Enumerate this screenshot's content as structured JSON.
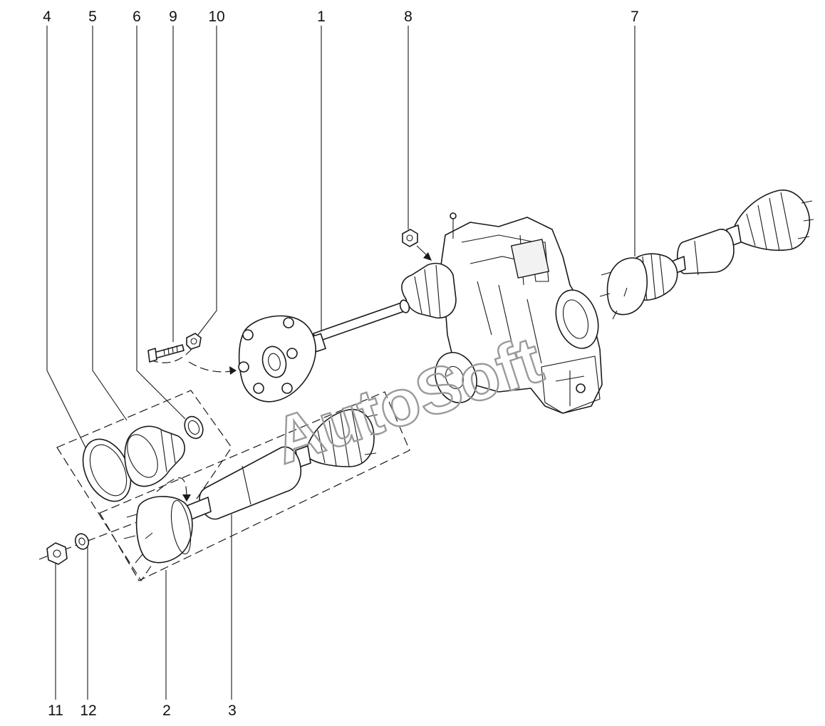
{
  "callouts": {
    "c1": "1",
    "c2": "2",
    "c3": "3",
    "c4": "4",
    "c5": "5",
    "c6": "6",
    "c7": "7",
    "c8": "8",
    "c9": "9",
    "c10": "10",
    "c11": "11",
    "c12": "12"
  },
  "watermark": "AutoSoft",
  "colors": {
    "line": "#1a1a1a",
    "watermark": "#9a9a9a",
    "background": "#ffffff"
  }
}
